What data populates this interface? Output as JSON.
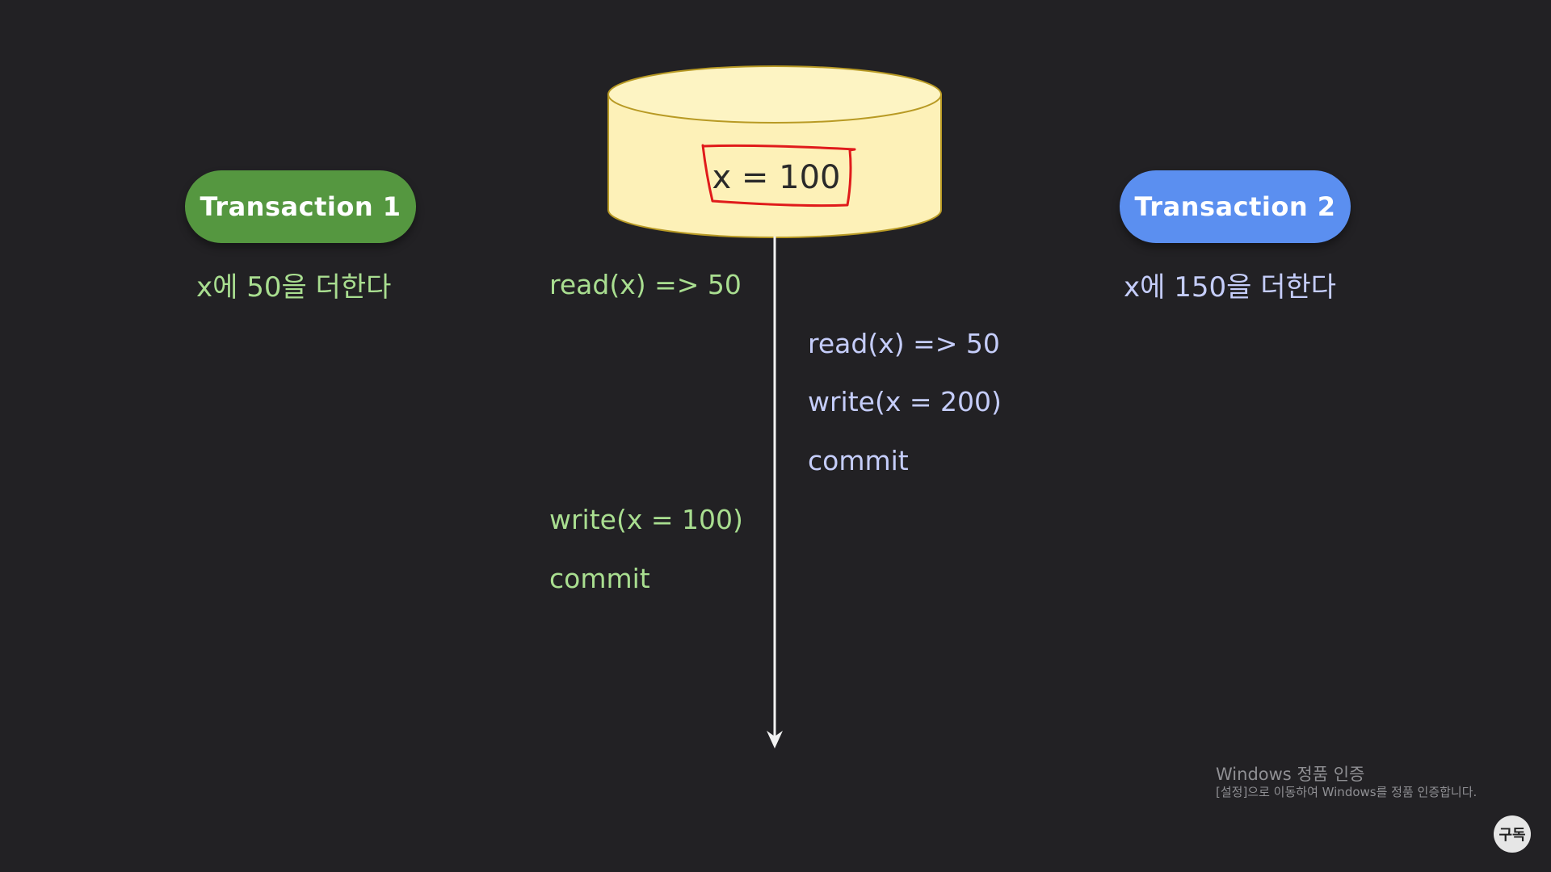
{
  "database": {
    "value_label": "x = 100"
  },
  "transaction1": {
    "label": "Transaction 1",
    "description": "x에 50을 더한다",
    "operations": [
      "read(x) => 50",
      "write(x = 100)",
      "commit"
    ]
  },
  "transaction2": {
    "label": "Transaction 2",
    "description": "x에 150을 더한다",
    "operations": [
      "read(x) => 50",
      "write(x = 200)",
      "commit"
    ]
  },
  "watermark": {
    "title": "Windows 정품 인증",
    "subtitle": "[설정]으로 이동하여 Windows를 정품 인증합니다."
  },
  "subscribe_badge": {
    "label": "구독"
  },
  "colors": {
    "background": "#222124",
    "transaction1": "#559740",
    "transaction2": "#5b8ff0",
    "transaction1_text": "#a9de90",
    "transaction2_text": "#c5cdfa",
    "database_fill": "#fdf1b8",
    "highlight_box": "#e01b1b"
  }
}
